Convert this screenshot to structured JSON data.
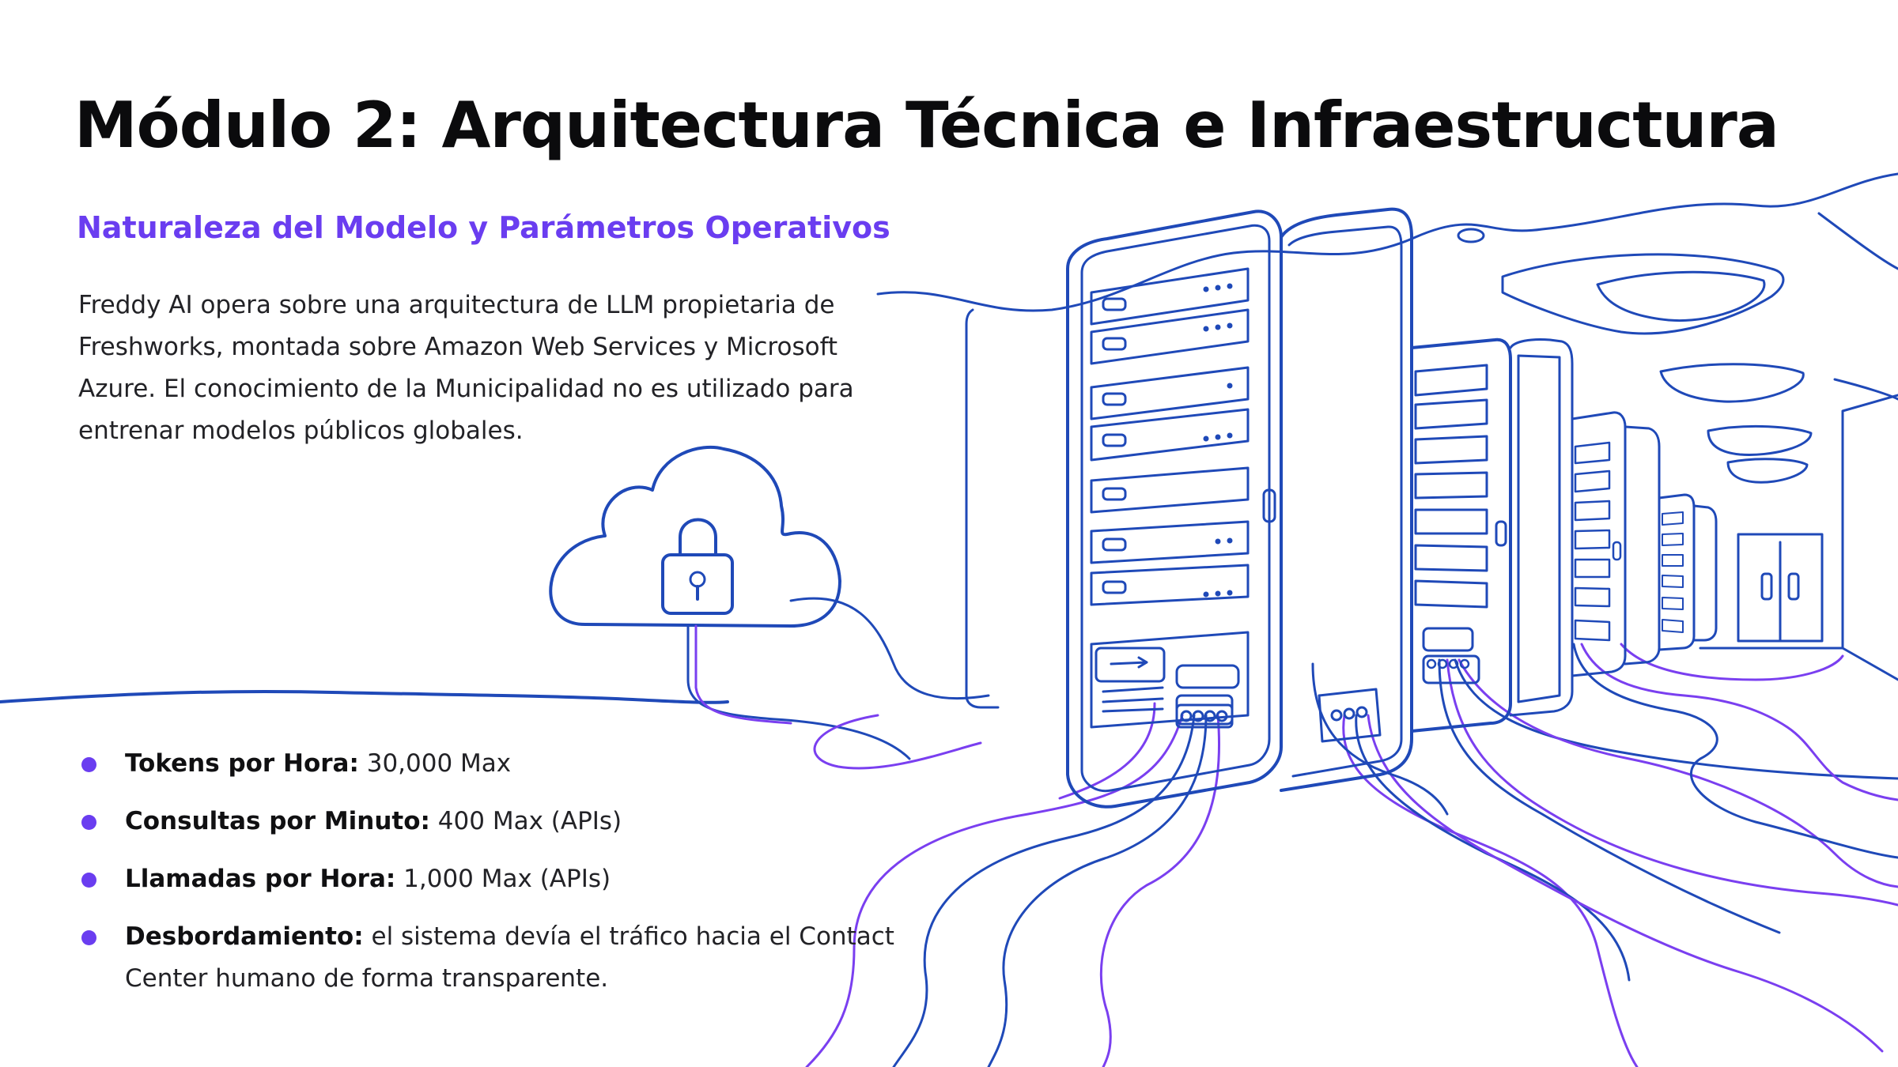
{
  "slide": {
    "title": "Módulo 2: Arquitectura Técnica e Infraestructura",
    "subtitle": "Naturaleza del Modelo y Parámetros Operativos",
    "intro_lines": [
      "Freddy AI opera sobre una arquitectura de LLM propietaria de",
      "Freshworks, montada sobre Amazon Web Services y Microsoft",
      "Azure. El conocimiento de la Municipalidad no es utilizado para",
      "entrenar modelos públicos globales."
    ],
    "bullets": [
      {
        "label": "Tokens por Hora:",
        "text": " 30,000 Max"
      },
      {
        "label": "Consultas por Minuto:",
        "text": " 400 Max (APIs)"
      },
      {
        "label": "Llamadas por Hora:",
        "text": " 1,000 Max (APIs)"
      },
      {
        "label": "Desbordamiento:",
        "text": " el sistema devía el tráfico hacia el Contact",
        "text_line2": "Center humano de forma transparente."
      }
    ]
  },
  "illustration": {
    "icons": [
      "cloud-icon",
      "padlock-icon",
      "server-rack-icon",
      "corridor-door-icon"
    ],
    "colors": {
      "blue_line": "#1f49b8",
      "purple_line": "#7a3ff0",
      "accent": "#6a3df0",
      "title": "#0b0b0d",
      "text": "#222226"
    }
  }
}
